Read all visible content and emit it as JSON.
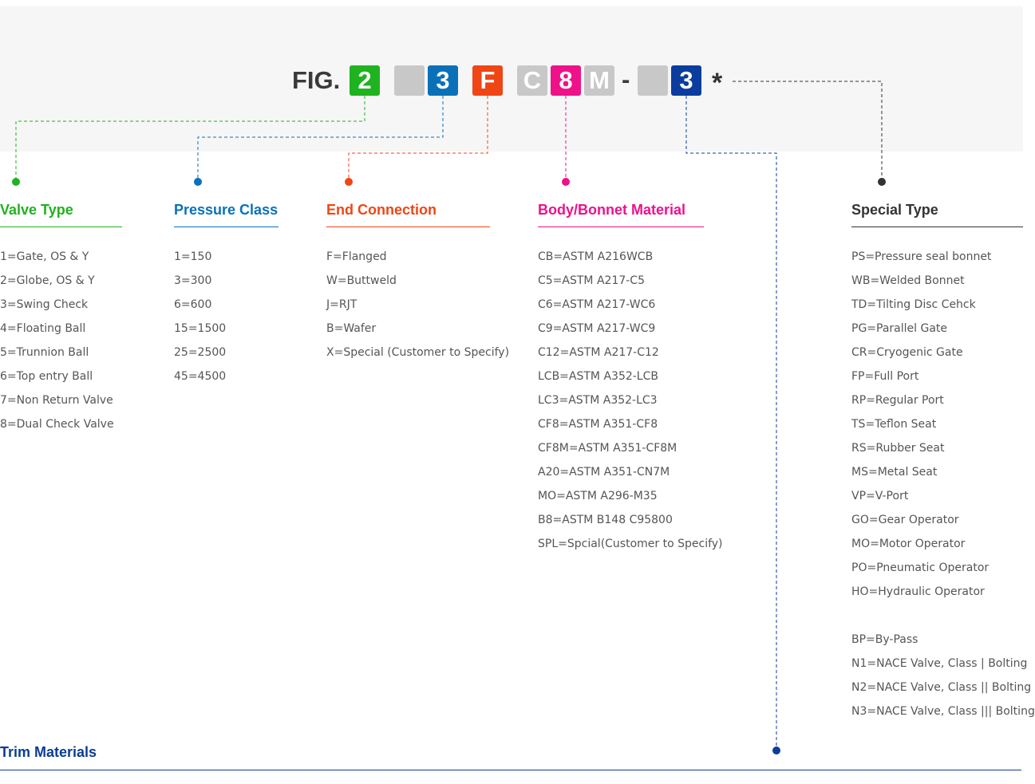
{
  "figure": {
    "prefix": "FIG.",
    "codes": [
      {
        "id": "valve-type",
        "text": "2",
        "color": "#1fb31f"
      },
      {
        "id": "blank-1",
        "text": "",
        "color": "#c8c8c8"
      },
      {
        "id": "pressure-class",
        "text": "3",
        "color": "#0a71b8"
      },
      {
        "id": "end-connection",
        "text": "F",
        "color": "#f04515"
      },
      {
        "id": "c",
        "text": "C",
        "color": "#c8c8c8"
      },
      {
        "id": "body-material",
        "text": "8",
        "color": "#ee118a"
      },
      {
        "id": "m",
        "text": "M",
        "color": "#c8c8c8"
      },
      {
        "id": "blank-2",
        "text": "",
        "color": "#c8c8c8"
      },
      {
        "id": "trim",
        "text": "3",
        "color": "#0b3d9e"
      }
    ],
    "separator": "-",
    "asterisk": "*"
  },
  "columns": {
    "valve_type": {
      "title": "Valve Type",
      "color": "#1fb31f",
      "items": [
        "1=Gate, OS & Y",
        "2=Globe, OS & Y",
        "3=Swing Check",
        "4=Floating Ball",
        "5=Trunnion Ball",
        "6=Top entry Ball",
        "7=Non Return Valve",
        "8=Dual Check Valve"
      ]
    },
    "pressure_class": {
      "title": "Pressure Class",
      "color": "#0a71b8",
      "items": [
        "1=150",
        "3=300",
        "6=600",
        "15=1500",
        "25=2500",
        "45=4500"
      ]
    },
    "end_connection": {
      "title": "End Connection",
      "color": "#f04515",
      "items": [
        "F=Flanged",
        "W=Buttweld",
        "J=RJT",
        "B=Wafer",
        "X=Special (Customer to Specify)"
      ]
    },
    "body_material": {
      "title": "Body/Bonnet Material",
      "color": "#ee118a",
      "items": [
        "CB=ASTM A216WCB",
        "C5=ASTM A217-C5",
        "C6=ASTM A217-WC6",
        "C9=ASTM A217-WC9",
        "C12=ASTM A217-C12",
        "LCB=ASTM A352-LCB",
        "LC3=ASTM A352-LC3",
        "CF8=ASTM A351-CF8",
        "CF8M=ASTM A351-CF8M",
        "A20=ASTM A351-CN7M",
        "MO=ASTM A296-M35",
        "B8=ASTM B148 C95800",
        "SPL=Spcial(Customer to Specify)"
      ]
    },
    "special_type": {
      "title": "Special Type",
      "color": "#333333",
      "items": [
        "PS=Pressure seal bonnet",
        "WB=Welded Bonnet",
        "TD=Tilting Disc Cehck",
        "PG=Parallel Gate",
        "CR=Cryogenic Gate",
        "FP=Full Port",
        "RP=Regular Port",
        "TS=Teflon Seat",
        "RS=Rubber Seat",
        "MS=Metal Seat",
        "VP=V-Port",
        "GO=Gear Operator",
        "MO=Motor Operator",
        "PO=Pneumatic Operator",
        "HO=Hydraulic Operator",
        "",
        "BP=By-Pass",
        "N1=NACE Valve, Class | Bolting",
        "N2=NACE Valve, Class || Bolting",
        "N3=NACE Valve, Class ||| Bolting"
      ]
    }
  },
  "trim": {
    "title": "Trim Materials",
    "color": "#0b3d9e"
  }
}
